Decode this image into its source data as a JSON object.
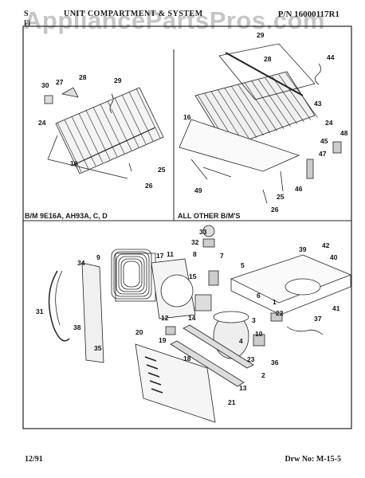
{
  "header": {
    "section_prefix": "S",
    "section_line2": "Fi",
    "title": "UNIT COMPARTMENT & SYSTEM",
    "part_number": "P/N 16000117R1",
    "watermark": "AppliancePartsPros.com"
  },
  "panels": {
    "top_left_label": "B/M 9E16A, AH93A, C, D",
    "top_right_label": "ALL OTHER B/M'S"
  },
  "callouts": {
    "tl": [
      "30",
      "27",
      "28",
      "29",
      "24",
      "16",
      "25",
      "26"
    ],
    "tr": [
      "29",
      "28",
      "44",
      "43",
      "24",
      "16",
      "45",
      "48",
      "47",
      "46",
      "49",
      "25",
      "26"
    ],
    "bottom": [
      "33",
      "32",
      "34",
      "9",
      "17",
      "11",
      "8",
      "7",
      "5",
      "39",
      "42",
      "40",
      "15",
      "31",
      "6",
      "22",
      "38",
      "12",
      "1",
      "37",
      "41",
      "14",
      "3",
      "20",
      "10",
      "19",
      "4",
      "23",
      "36",
      "18",
      "35",
      "2",
      "13",
      "21"
    ]
  },
  "footer": {
    "date": "12/91",
    "drawing_no": "Drw No: M-15-5"
  }
}
